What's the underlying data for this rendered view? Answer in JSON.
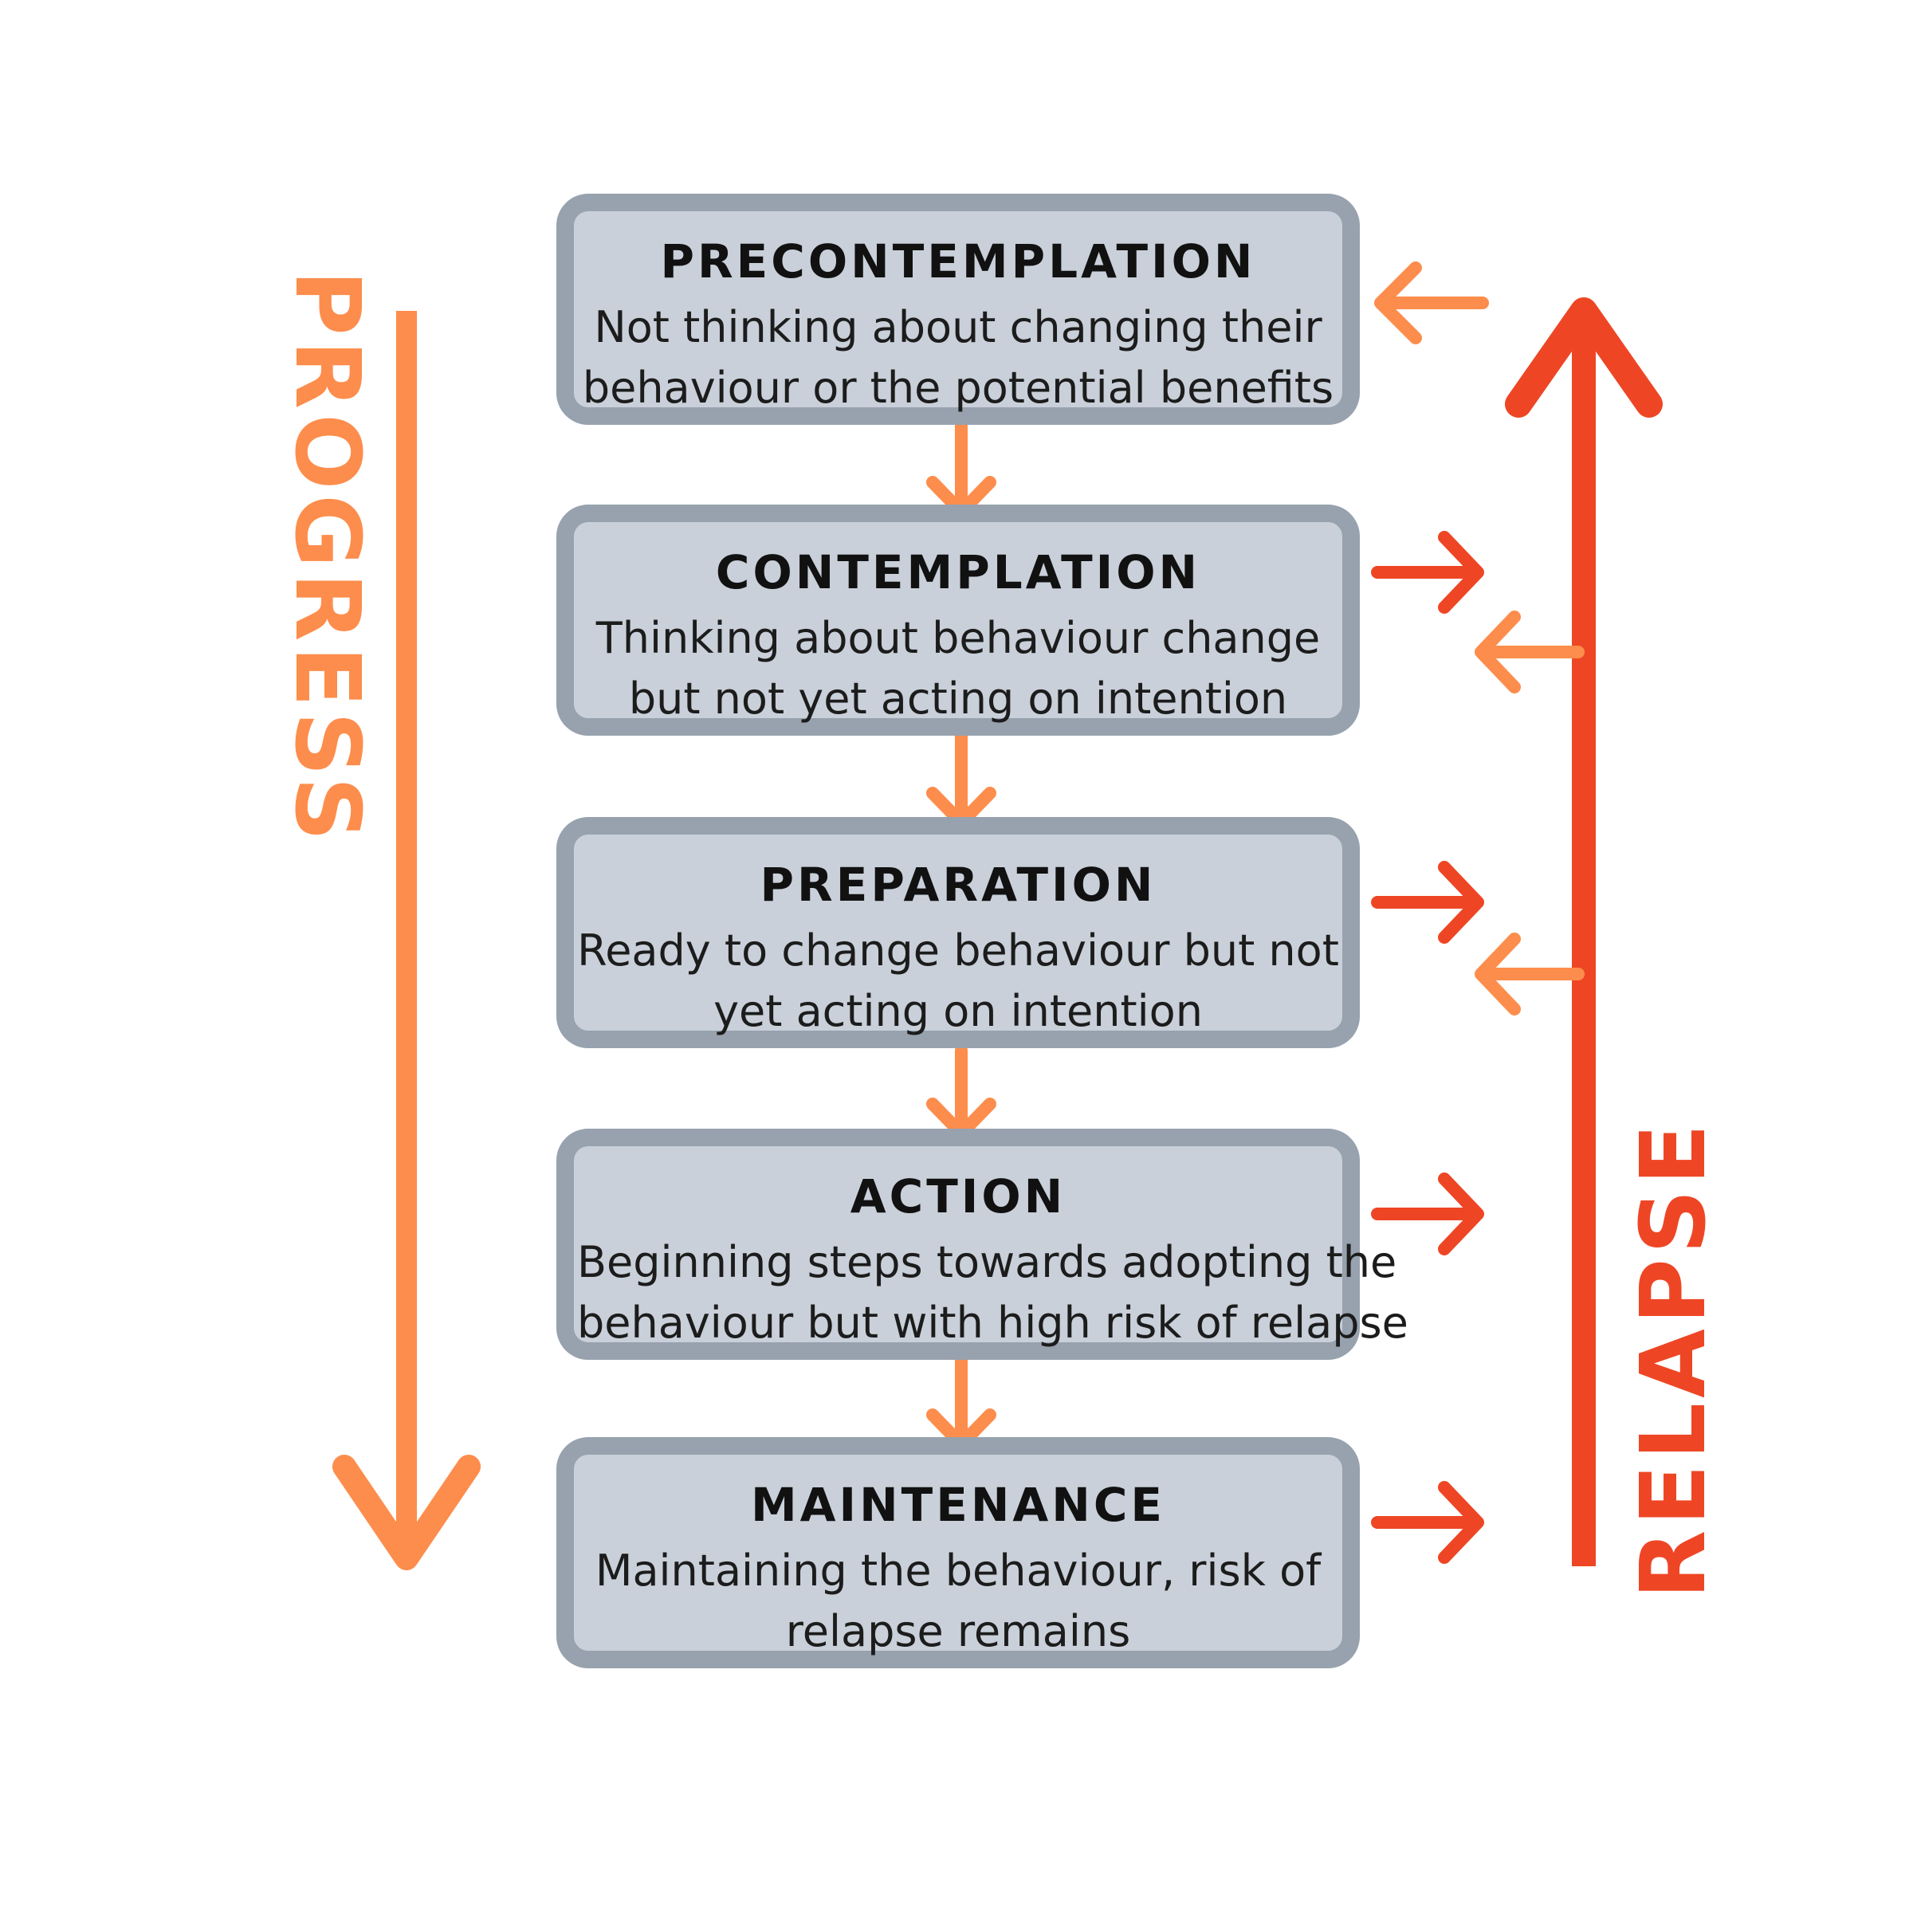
{
  "labels": {
    "progress": "PROGRESS",
    "relapse": "RELAPSE"
  },
  "stages": [
    {
      "title": "PRECONTEMPLATION",
      "desc": [
        "Not thinking about changing their",
        "behaviour or the potential benefits"
      ]
    },
    {
      "title": "CONTEMPLATION",
      "desc": [
        "Thinking about behaviour change",
        "but not yet acting on intention"
      ]
    },
    {
      "title": "PREPARATION",
      "desc": [
        "Ready to change behaviour but not",
        "yet acting on intention"
      ]
    },
    {
      "title": "ACTION",
      "desc": [
        "Beginning steps towards adopting the",
        "behaviour but with high risk of relapse"
      ]
    },
    {
      "title": "MAINTENANCE",
      "desc": [
        "Maintaining the behaviour, risk of",
        "relapse remains"
      ]
    }
  ],
  "colors": {
    "progress_orange": "#fd8d4c",
    "relapse_red": "#ee4625",
    "box_fill": "#c9d0d9",
    "box_border": "#97a2ae"
  }
}
